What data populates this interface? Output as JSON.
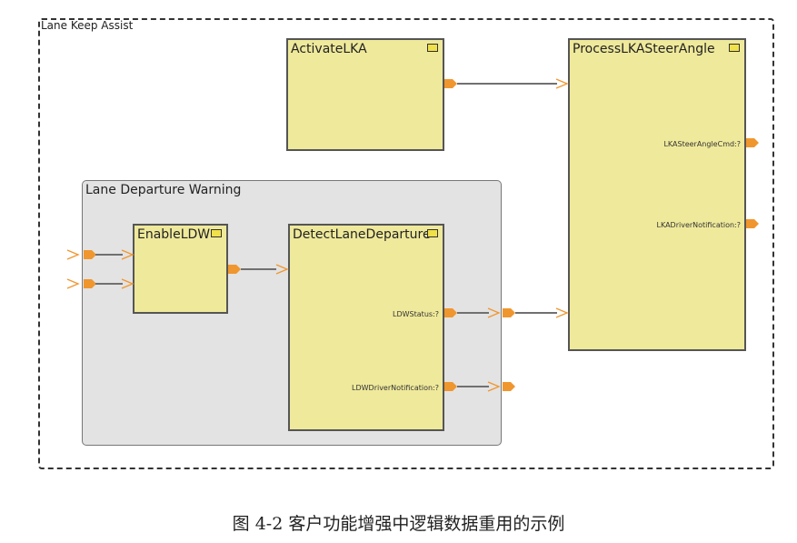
{
  "diagram": {
    "outer_label": "Lane Keep Assist",
    "group_label": "Lane Departure Warning",
    "components": {
      "activate_lka": "ActivateLKA",
      "process_lka": "ProcessLKASteerAngle",
      "enable_ldw": "EnableLDW",
      "detect_lane": "DetectLaneDeparture"
    },
    "ports": {
      "ldw_status": "LDWStatus:?",
      "ldw_driver_notification": "LDWDriverNotification:?",
      "lka_steer_angle_cmd": "LKASteerAngleCmd:?",
      "lka_driver_notification": "LKADriverNotification:?"
    },
    "colors": {
      "port": "#f0962e",
      "component": "#efe99b",
      "group": "#e3e3e3",
      "wire": "#707070"
    }
  },
  "caption": "图 4-2 客户功能增强中逻辑数据重用的示例"
}
